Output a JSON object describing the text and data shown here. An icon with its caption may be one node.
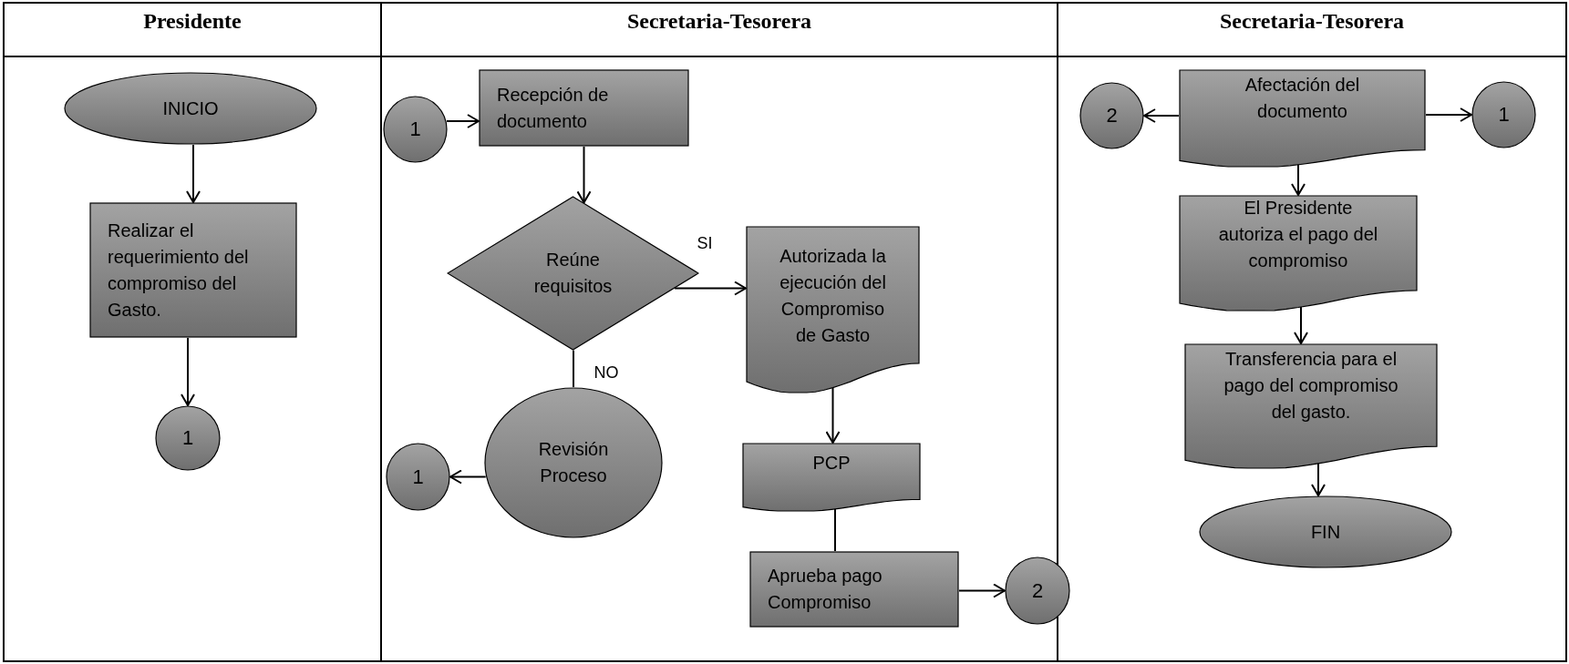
{
  "diagram": {
    "nodes": [
      {
        "text": [
          "Presidente"
        ]
      },
      {
        "text": [
          "Secretaria-Tesorera"
        ]
      },
      {
        "text": [
          "Secretaria-Tesorera"
        ]
      },
      {
        "text": [
          "INICIO"
        ],
        "in": 0
      },
      {
        "text": [
          "Realizar el requerimiento del compromiso del Gasto."
        ],
        "in": 0
      },
      {
        "text": [
          "1"
        ],
        "in": 0
      },
      {
        "text": [
          "1"
        ],
        "in": 1
      },
      {
        "text": [
          "Recepción de documento"
        ],
        "in": 1
      },
      {
        "text": [
          "Reúne requisitos"
        ],
        "in": 1
      },
      {
        "text": [
          "Autorizada la ejecución del Compromiso de Gasto"
        ],
        "in": 1
      },
      {
        "text": [
          "Revisión Proceso"
        ],
        "in": 1
      },
      {
        "text": [
          "1"
        ],
        "in": 1
      },
      {
        "text": [
          "PCP"
        ],
        "in": 1
      },
      {
        "text": [
          "Aprueba pago Compromiso"
        ],
        "in": 1
      },
      {
        "text": [
          "2"
        ]
      },
      {
        "text": [
          "2"
        ],
        "in": 2
      },
      {
        "text": [
          "Afectación del documento"
        ],
        "in": 2
      },
      {
        "text": [
          "1"
        ],
        "in": 2
      },
      {
        "text": [
          "El Presidente autoriza el pago del compromiso"
        ],
        "in": 2
      },
      {
        "text": [
          "Transferencia para el pago del compromiso del gasto."
        ],
        "in": 2
      },
      {
        "text": [
          "FIN"
        ],
        "in": 2
      }
    ],
    "edges": [
      {
        "from": 3,
        "to": 4,
        "arrow": "to"
      },
      {
        "from": 4,
        "to": 5,
        "arrow": "to"
      },
      {
        "from": 6,
        "to": 7,
        "arrow": "to"
      },
      {
        "from": 7,
        "to": 8,
        "arrow": "to"
      },
      {
        "from": 8,
        "to": 9,
        "arrow": "to",
        "label": "SI"
      },
      {
        "from": 8,
        "to": 10,
        "arrow": "none",
        "label": "NO"
      },
      {
        "from": 10,
        "to": 11,
        "arrow": "to"
      },
      {
        "from": 9,
        "to": 12,
        "arrow": "to"
      },
      {
        "from": 12,
        "to": 13,
        "arrow": "none"
      },
      {
        "from": 13,
        "to": 14,
        "arrow": "to"
      },
      {
        "from": 16,
        "to": 15,
        "arrow": "to"
      },
      {
        "from": 16,
        "to": 17,
        "arrow": "to"
      },
      {
        "from": 16,
        "to": 18,
        "arrow": "to"
      },
      {
        "from": 18,
        "to": 19,
        "arrow": "to"
      },
      {
        "from": 19,
        "to": 20,
        "arrow": "to"
      }
    ]
  }
}
